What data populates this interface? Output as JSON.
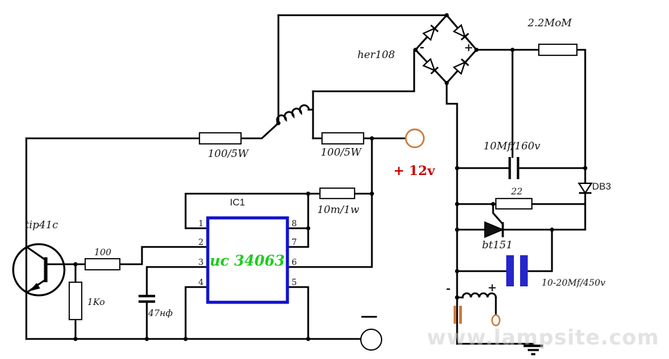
{
  "colors": {
    "blue": "#1414cc",
    "green": "#1ecb1e",
    "red": "#cc0000",
    "orange": "#cc7a3a",
    "cap_blue": "#2626c9",
    "watermark": "#c9c9c9"
  },
  "labels": {
    "her108": "her108",
    "bridge_minus": "-",
    "bridge_plus": "+",
    "r_bridge_out": "2.2MoM",
    "r_top_left": "100/5W",
    "r_top_right": "100/5W",
    "r_feedback": "10m/1w",
    "supply": "+ 12v",
    "cap_filter": "10Mf/160v",
    "r_gate": "22",
    "diac": "DB3",
    "transistor": "tip41c",
    "r_base": "100",
    "r_base_pull": "1Ko",
    "cap_timing": "47нф",
    "thyristor": "bt151",
    "cap_output": "10-20Mf/450v",
    "out_minus": "-",
    "out_plus": "+",
    "watermark": "www.lampsite.com"
  },
  "ic": {
    "ref": "IC1",
    "part": "uc 34063",
    "pins_left": [
      "1",
      "2",
      "3",
      "4"
    ],
    "pins_right": [
      "8",
      "7",
      "6",
      "5"
    ]
  }
}
